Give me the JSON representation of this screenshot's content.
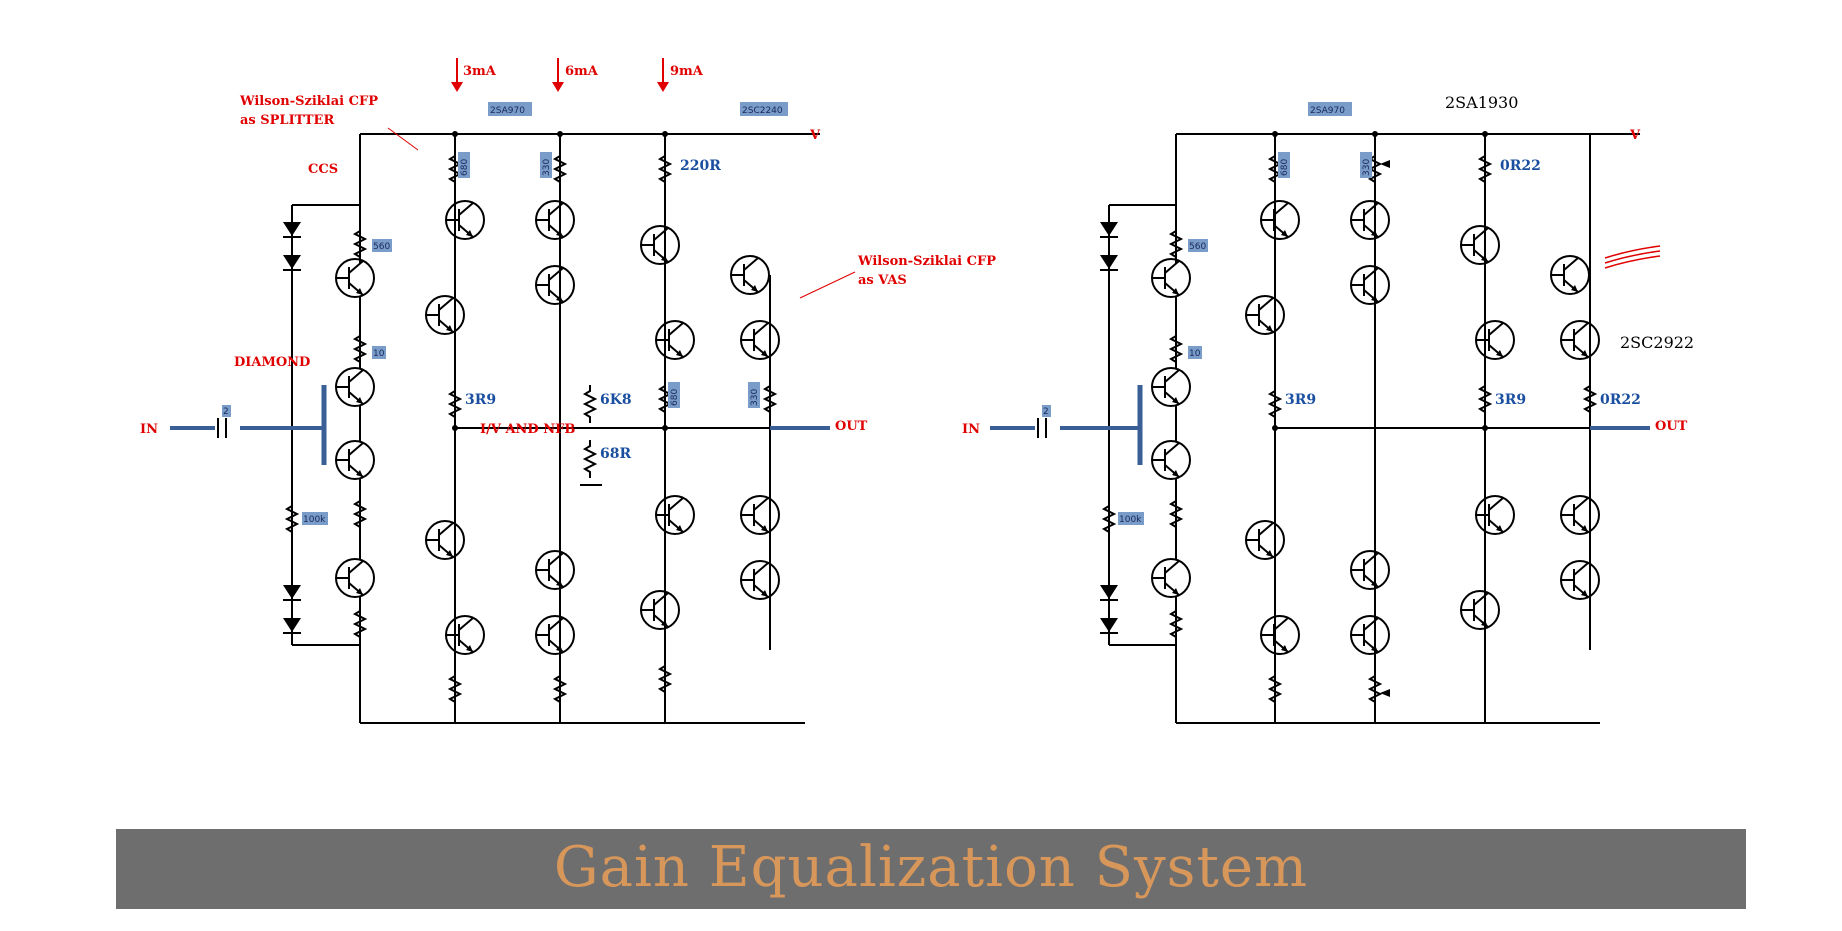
{
  "left_schematic": {
    "currents": [
      "3mA",
      "6mA",
      "9mA"
    ],
    "rail_label": "V",
    "splitter_note": [
      "Wilson-Sziklai CFP",
      "as SPLITTER"
    ],
    "ccs_label": "CCS",
    "diamond_label": "DIAMOND",
    "vas_note": [
      "Wilson-Sziklai CFP",
      "as VAS"
    ],
    "part_tags": [
      "2SA970",
      "2SC2240"
    ],
    "small_tags": [
      "560",
      "10",
      "100k",
      "2",
      "680",
      "330",
      "680",
      "330"
    ],
    "resistors": [
      "220R",
      "3R9",
      "6K8",
      "68R"
    ],
    "in_label": "IN",
    "out_label": "OUT",
    "nfb_label": "I/V AND NFB"
  },
  "right_schematic": {
    "rail_label": "V",
    "part_tags": [
      "2SA970"
    ],
    "parts": [
      "2SA1930",
      "2SC2922"
    ],
    "small_tags": [
      "560",
      "10",
      "100k",
      "2",
      "680",
      "330"
    ],
    "resistors": [
      "0R22",
      "3R9",
      "3R9",
      "0R22"
    ],
    "in_label": "IN",
    "out_label": "OUT"
  },
  "banner": {
    "title": "Gain Equalization System",
    "bg_color": "#6e6e6e",
    "text_color": "#d8975a"
  }
}
